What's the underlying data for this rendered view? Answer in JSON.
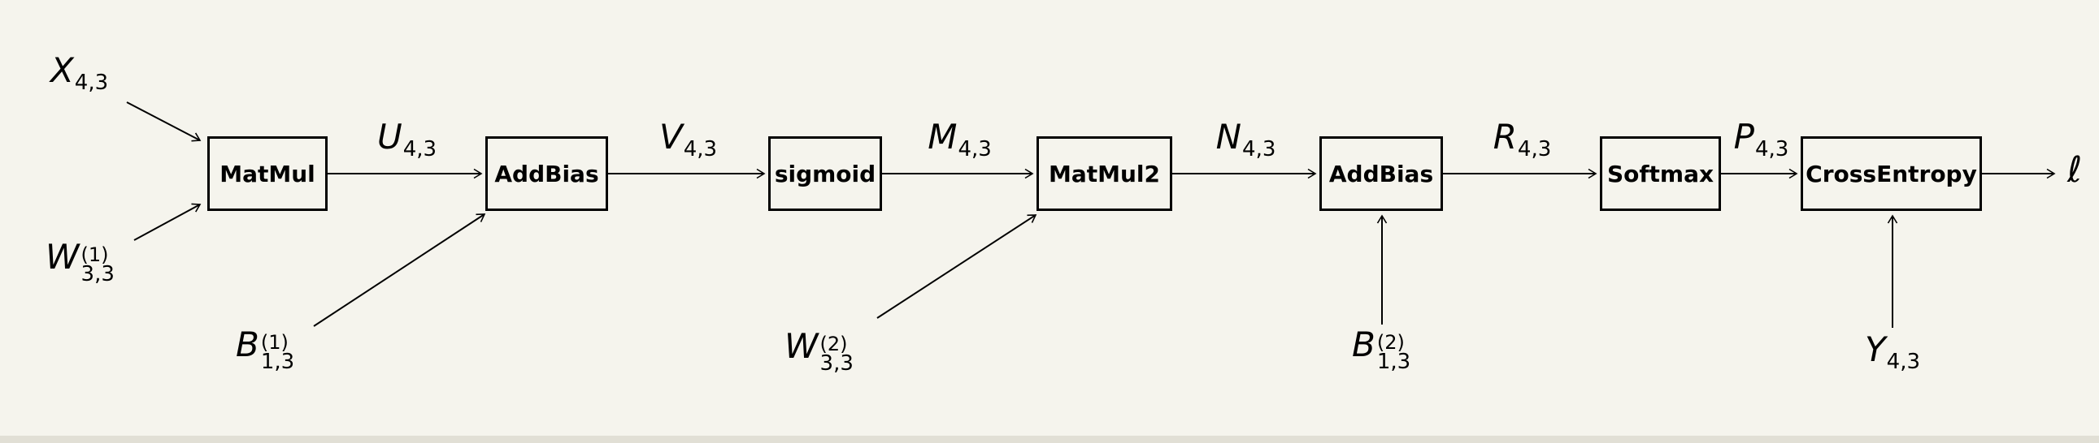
{
  "canvas": {
    "background": "#f5f4ed",
    "bottom_strip_color": "#e1dfd5",
    "line_color": "#000000"
  },
  "nodes": {
    "matmul1": {
      "label": "MatMul"
    },
    "addbias1": {
      "label": "AddBias"
    },
    "sigmoid": {
      "label": "sigmoid"
    },
    "matmul2": {
      "label": "MatMul2"
    },
    "addbias2": {
      "label": "AddBias"
    },
    "softmax": {
      "label": "Softmax"
    },
    "crossentropy": {
      "label": "CrossEntropy"
    }
  },
  "edge_labels": {
    "u": {
      "base": "U",
      "sub": "4,3"
    },
    "v": {
      "base": "V",
      "sub": "4,3"
    },
    "m": {
      "base": "M",
      "sub": "4,3"
    },
    "n": {
      "base": "N",
      "sub": "4,3"
    },
    "r": {
      "base": "R",
      "sub": "4,3"
    },
    "p": {
      "base": "P",
      "sub": "4,3"
    }
  },
  "output": {
    "label": "ℓ"
  },
  "inputs": {
    "x": {
      "base": "X",
      "sub": "4,3"
    },
    "w1": {
      "base": "W",
      "sup": "(1)",
      "sub": "3,3"
    },
    "b1": {
      "base": "B",
      "sup": "(1)",
      "sub": "1,3"
    },
    "w2": {
      "base": "W",
      "sup": "(2)",
      "sub": "3,3"
    },
    "b2": {
      "base": "B",
      "sup": "(2)",
      "sub": "1,3"
    },
    "y": {
      "base": "Y",
      "sub": "4,3"
    }
  }
}
